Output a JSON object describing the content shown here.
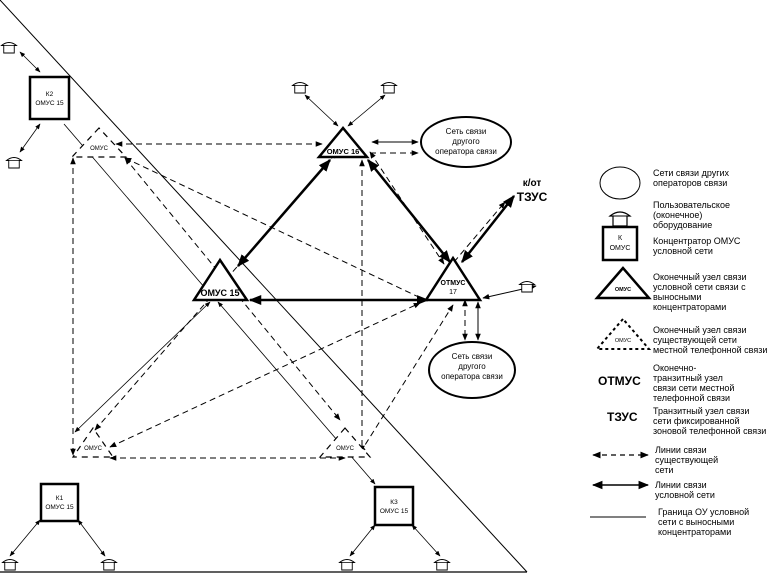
{
  "diagram": {
    "nodes": {
      "omus16": {
        "label": "ОМУС 16"
      },
      "omus15": {
        "label": "ОМУС 15"
      },
      "otmus17": {
        "label_line1": "ОТМУС",
        "label_line2": "17"
      },
      "existing_top": {
        "label": "ОМУС"
      },
      "existing_bottom_left": {
        "label": "ОМУС"
      },
      "existing_bottom_mid": {
        "label": "ОМУС"
      },
      "k2": {
        "label_line1": "К2",
        "label_line2": "ОМУС 15"
      },
      "k1": {
        "label_line1": "К1",
        "label_line2": "ОМУС 15"
      },
      "k3": {
        "label_line1": "К3",
        "label_line2": "ОМУС 15"
      },
      "other_net_top": {
        "lines": [
          "Сеть связи",
          "другого",
          "оператора связи"
        ]
      },
      "other_net_bottom": {
        "lines": [
          "Сеть связи",
          "другого",
          "оператора связи"
        ]
      },
      "tzus_link": {
        "line1": "к/от",
        "line2": "ТЗУС"
      }
    }
  },
  "legend": {
    "items": [
      {
        "symbol": "ellipse",
        "text": "Сети связи других\nоператоров связи"
      },
      {
        "symbol": "phone-icon",
        "text": "Пользовательское\n(оконечное)\nоборудование"
      },
      {
        "symbol": "concentrator",
        "symbol_line1": "К",
        "symbol_line2": "ОМУС",
        "text": "Концентратор ОМУС\nусловной сети"
      },
      {
        "symbol": "solid-triangle",
        "symbol_label": "ОМУС",
        "text": "Оконечный  узел связи\nусловной сети связи с\nвыносными\nконцентраторами"
      },
      {
        "symbol": "dashed-triangle",
        "symbol_label": "ОМУС",
        "text": "Оконечный  узел связи\nсуществующей сети\nместной телефонной связи"
      },
      {
        "symbol": "text",
        "symbol_label": "ОТМУС",
        "text": "Оконечно-\nтранзитный узел\nсвязи сети местной\nтелефонной связи"
      },
      {
        "symbol": "text",
        "symbol_label": "ТЗУС",
        "text": "Транзитный узел связи\nсети фиксированной\nзоновой телефонной связи"
      },
      {
        "symbol": "dashed-arrow",
        "text": "Линии связи\nсуществующей\nсети"
      },
      {
        "symbol": "solid-arrow",
        "text": "Линии связи\nусловной сети"
      },
      {
        "symbol": "thin-line",
        "text": "Граница ОУ условной\nсети с выносными\nконцентраторами"
      }
    ]
  }
}
